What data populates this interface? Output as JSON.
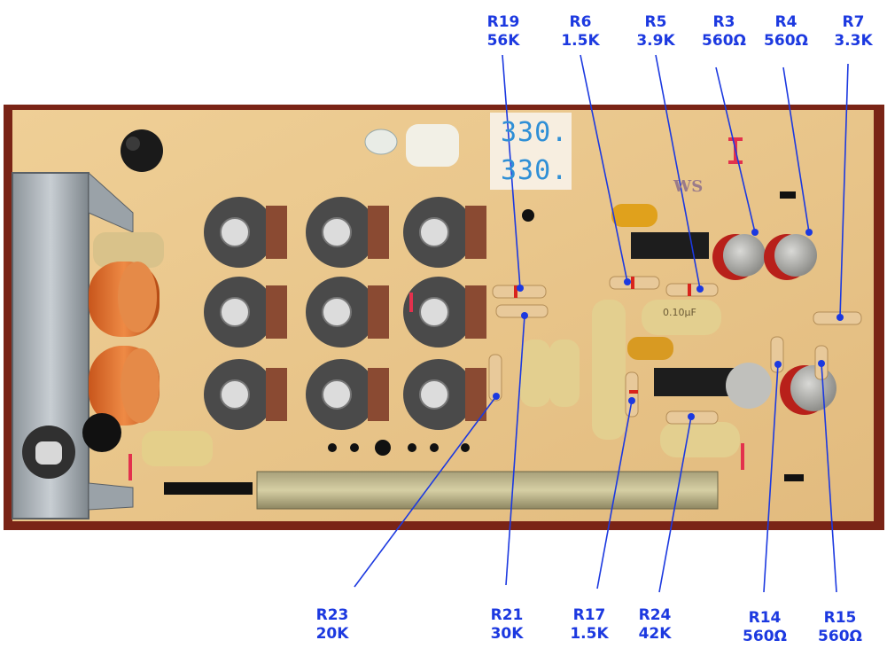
{
  "pcb": {
    "board_color": "#e9c68c",
    "border_color": "#7a2416",
    "handwritten": [
      "330.",
      "330."
    ],
    "silk_text": "WS",
    "cap_text": "0.10μF"
  },
  "label_color": "#1c39e0",
  "labels": [
    {
      "id": "R19",
      "value": "56K"
    },
    {
      "id": "R6",
      "value": "1.5K"
    },
    {
      "id": "R5",
      "value": "3.9K"
    },
    {
      "id": "R3",
      "value": "560Ω"
    },
    {
      "id": "R4",
      "value": "560Ω"
    },
    {
      "id": "R7",
      "value": "3.3K"
    },
    {
      "id": "R23",
      "value": "20K"
    },
    {
      "id": "R21",
      "value": "30K"
    },
    {
      "id": "R17",
      "value": "1.5K"
    },
    {
      "id": "R24",
      "value": "42K"
    },
    {
      "id": "R14",
      "value": "560Ω"
    },
    {
      "id": "R15",
      "value": "560Ω"
    }
  ]
}
